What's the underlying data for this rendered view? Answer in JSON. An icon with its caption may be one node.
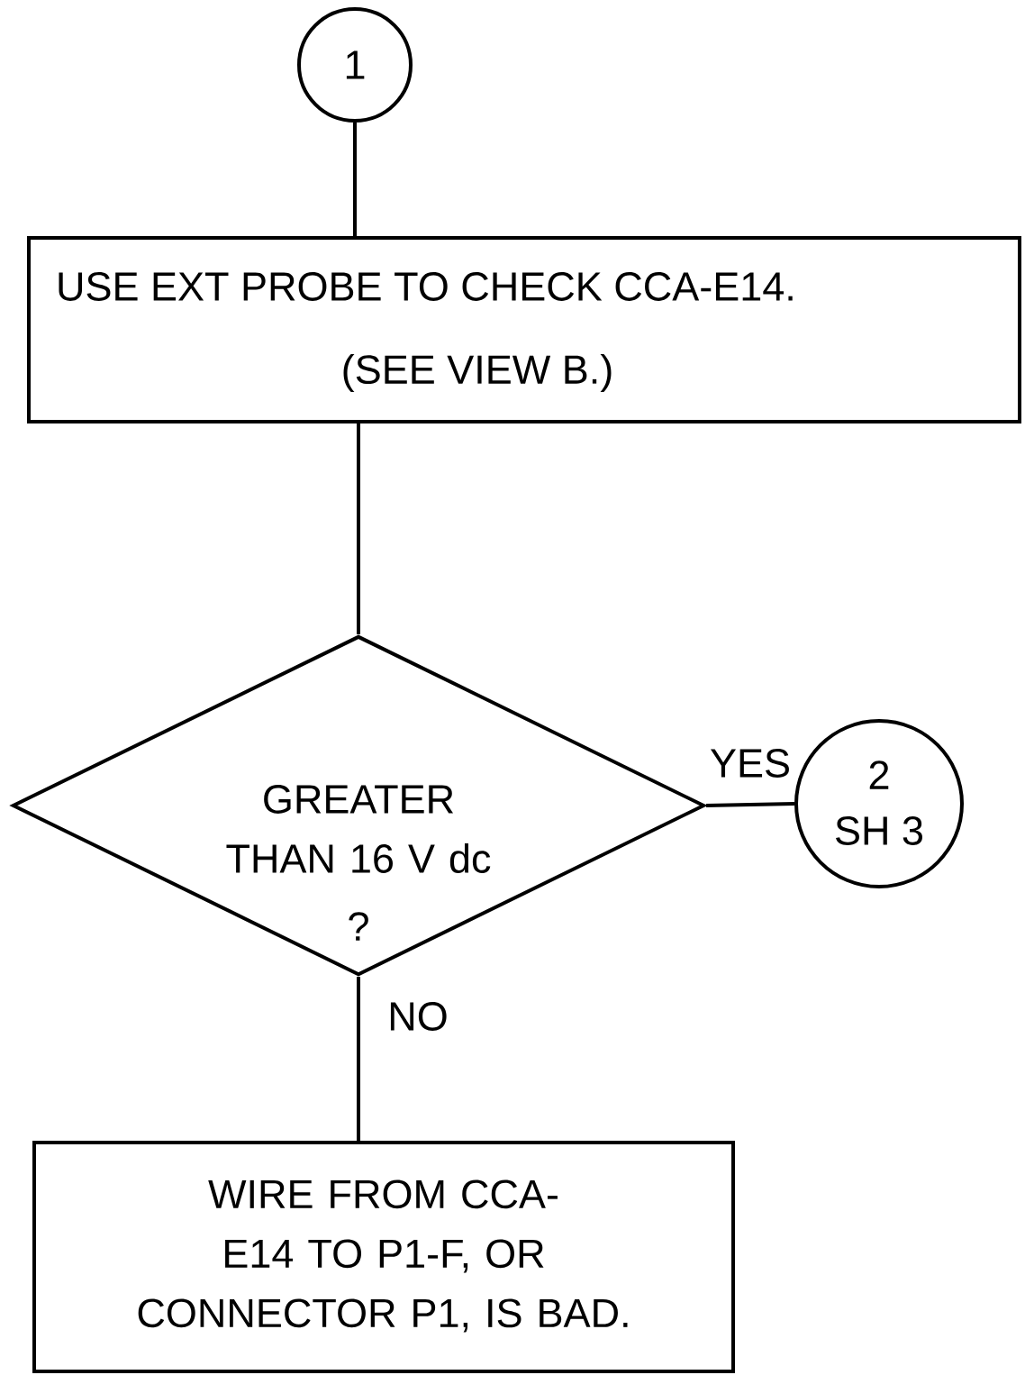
{
  "diagram": {
    "nodes": [
      {
        "text": [
          "1"
        ]
      },
      {
        "text": [
          "USE EXT PROBE TO CHECK CCA-E14.",
          "(SEE VIEW B.)"
        ]
      },
      {
        "text": [
          "GREATER THAN 16 V dc",
          "?"
        ]
      },
      {
        "text": [
          "2",
          "SH 3"
        ]
      },
      {
        "text": [
          "WIRE FROM CCA-E14 TO P1-F, OR CONNECTOR P1, IS BAD."
        ]
      }
    ],
    "edges": [
      {
        "from": 0,
        "to": 1,
        "arrow": "none"
      },
      {
        "from": 1,
        "to": 2,
        "arrow": "none"
      },
      {
        "from": 2,
        "to": 3,
        "arrow": "none",
        "label": "YES"
      },
      {
        "from": 2,
        "to": 4,
        "arrow": "none",
        "label": "NO"
      }
    ]
  }
}
